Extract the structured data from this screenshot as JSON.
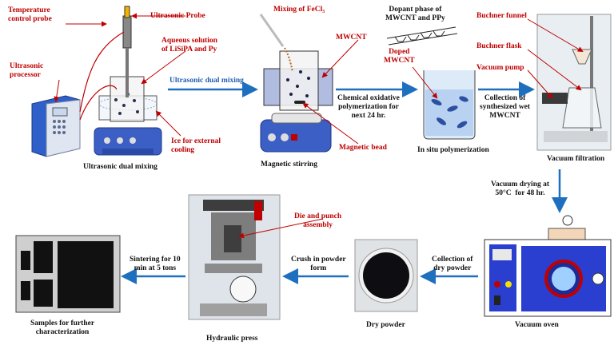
{
  "labels": {
    "temperature_probe": "Temperature\ncontrol probe",
    "ultrasonic_probe": "Ultrasonic Probe",
    "aqueous_solution": "Aqueous solution\nof LiSiPA and Py",
    "ultrasonic_processor": "Ultrasonic\nprocessor",
    "ice_cooling": "Ice for external\ncooling",
    "ultrasonic_dual_mixing_caption": "Ultrasonic dual mixing",
    "ultrasonic_dual_mixing_arrow": "Ultrasonic dual mixing",
    "mixing_fecl3": "Mixing of FeCl₃",
    "mwcnt": "MWCNT",
    "magnetic_bead": "Magnetic bead",
    "magnetic_stirring": "Magnetic stirring",
    "dopant_phase": "Dopant phase of\nMWCNT and PPy",
    "doped_mwcnt": "Doped\nMWCNT",
    "chemical_oxidative": "Chemical oxidative\npolymerization for\nnext 24 hr.",
    "in_situ": "In situ polymerization",
    "buchner_funnel": "Buchner funnel",
    "buchner_flask": "Buchner flask",
    "vacuum_pump": "Vacuum pump",
    "collection_wet": "Collection of\nsynthesized wet\nMWCNT",
    "vacuum_filtration": "Vacuum filtration",
    "vacuum_drying": "Vacuum drying at\n50°C  for 48 hr.",
    "collection_dry": "Collection of\ndry powder",
    "vacuum_oven": "Vacuum oven",
    "dry_powder": "Dry powder",
    "crush": "Crush in powder\nform",
    "die_punch": "Die and punch\nassembly",
    "hydraulic_press": "Hydraulic press",
    "sintering": "Sintering for 10\nmin at 5 tons",
    "samples": "Samples for further\ncharacterization"
  },
  "colors": {
    "arrow_blue": "#1f6fbf",
    "label_red": "#c00000",
    "equipment_blue": "#3b5fc4",
    "oven_blue": "#2a3fcf"
  }
}
